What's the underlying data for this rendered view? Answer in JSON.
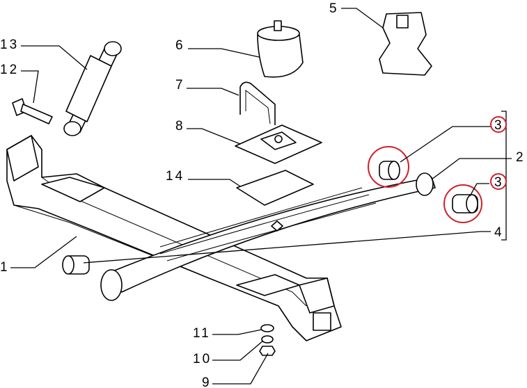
{
  "diagram": {
    "title": "Rear leaf spring suspension exploded view",
    "callouts": [
      {
        "id": "label-13",
        "text": "13"
      },
      {
        "id": "label-12",
        "text": "12"
      },
      {
        "id": "label-6",
        "text": "6"
      },
      {
        "id": "label-5",
        "text": "5"
      },
      {
        "id": "label-7",
        "text": "7"
      },
      {
        "id": "label-8",
        "text": "8"
      },
      {
        "id": "label-14",
        "text": "14"
      },
      {
        "id": "label-3a",
        "text": "3"
      },
      {
        "id": "label-2",
        "text": "2"
      },
      {
        "id": "label-3b",
        "text": "3"
      },
      {
        "id": "label-4",
        "text": "4"
      },
      {
        "id": "label-1",
        "text": "1"
      },
      {
        "id": "label-11",
        "text": "11"
      },
      {
        "id": "label-10",
        "text": "10"
      },
      {
        "id": "label-9",
        "text": "9"
      }
    ],
    "highlight_color": "#d0202a"
  }
}
